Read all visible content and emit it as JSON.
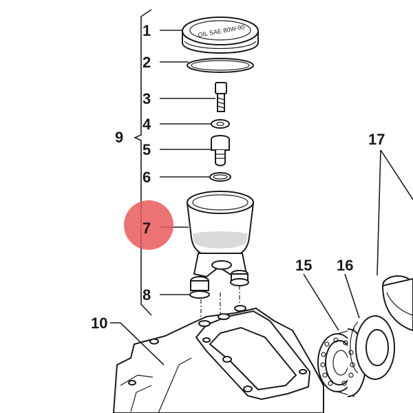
{
  "diagram": {
    "callouts": {
      "c1": "1",
      "c2": "2",
      "c3": "3",
      "c4": "4",
      "c5": "5",
      "c6": "6",
      "c7": "7",
      "c8": "8",
      "c9": "9",
      "c10": "10",
      "c15": "15",
      "c16": "16",
      "c17": "17"
    },
    "cap_text": "OIL SAE 80W-90",
    "highlight_color": "#e85a5a",
    "line_color": "#1a1a1a"
  }
}
